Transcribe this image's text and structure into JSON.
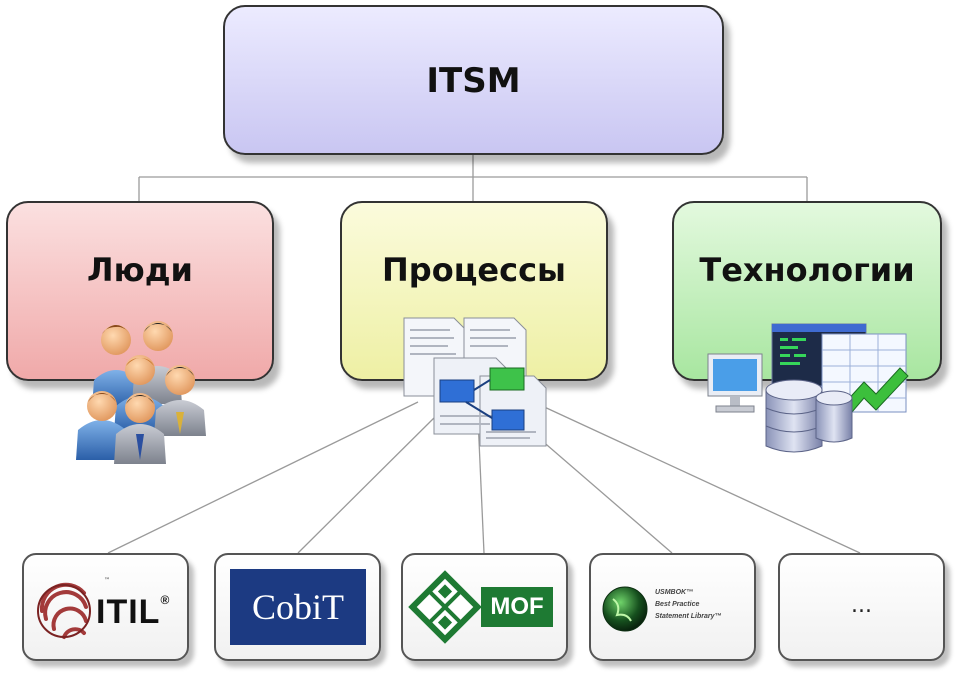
{
  "diagram": {
    "root": {
      "label": "ITSM"
    },
    "pillars": [
      {
        "label": "Люди",
        "icon": "people-group-icon"
      },
      {
        "label": "Процессы",
        "icon": "process-documents-icon"
      },
      {
        "label": "Технологии",
        "icon": "technology-icon"
      }
    ],
    "frameworks": [
      {
        "label": "ITIL",
        "mark": "®",
        "tm": "™"
      },
      {
        "label": "CobiT"
      },
      {
        "label": "MOF"
      },
      {
        "label_lines": [
          "USMBOK™",
          "Best Practice",
          "Statement Library™"
        ]
      },
      {
        "label": "..."
      }
    ]
  },
  "colors": {
    "root_fill": "#c9c6f2",
    "people_fill": "#f0a9a9",
    "processes_fill": "#eef0a4",
    "technology_fill": "#a8e6a0",
    "cobit_blue": "#1c3a82",
    "mof_green": "#1e7a33",
    "connector": "#9a9a9a"
  }
}
